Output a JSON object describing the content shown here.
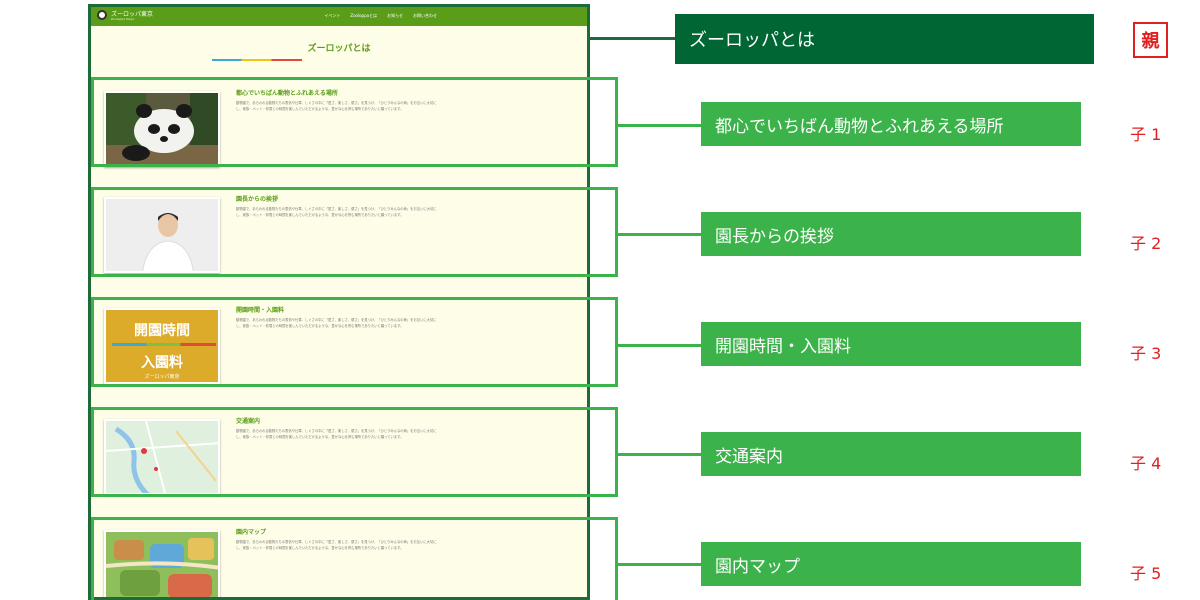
{
  "site": {
    "logo_name": "ズーロッパ東京",
    "logo_sub": "Zooloppa Tokyo",
    "nav": [
      "イベント",
      "Zooloppaとは",
      "お知らせ",
      "お問い合わせ"
    ],
    "section_title": "ズーロッパとは",
    "body_text": "動物園で、あらわれる動物たちの表情や仕草、しぐさの中に「愛さ、楽しさ、優さ」を見つけ、「ひとりみんなの命」をお互いに大切にし、家族・ペット・仲間との時間を楽しんでいただけるような、豊かな心を育む場所でありたいと願っています。",
    "cards": [
      {
        "heading": "都心でいちばん動物とふれあえる場所",
        "thumb": "panda-photo"
      },
      {
        "heading": "園長からの挨拶",
        "thumb": "director-photo"
      },
      {
        "heading": "開園時間・入園料",
        "thumb": "hours-sign",
        "thumb_line1": "開園時間",
        "thumb_line2": "入園料",
        "thumb_logo": "ズーロッパ東京"
      },
      {
        "heading": "交通案内",
        "thumb": "map-image"
      },
      {
        "heading": "園内マップ",
        "thumb": "park-map-illustration"
      }
    ]
  },
  "diagram": {
    "parent_label": "ズーロッパとは",
    "parent_tag": "親",
    "children": [
      {
        "label": "都心でいちばん動物とふれあえる場所",
        "tag": "子 1"
      },
      {
        "label": "園長からの挨拶",
        "tag": "子 2"
      },
      {
        "label": "開園時間・入園料",
        "tag": "子 3"
      },
      {
        "label": "交通案内",
        "tag": "子 4"
      },
      {
        "label": "園内マップ",
        "tag": "子 5"
      }
    ]
  },
  "colors": {
    "parent_green": "#006634",
    "child_green": "#3cb34a",
    "site_green": "#5a9d19",
    "tag_red": "#e02020",
    "site_bg": "#fefde8"
  }
}
